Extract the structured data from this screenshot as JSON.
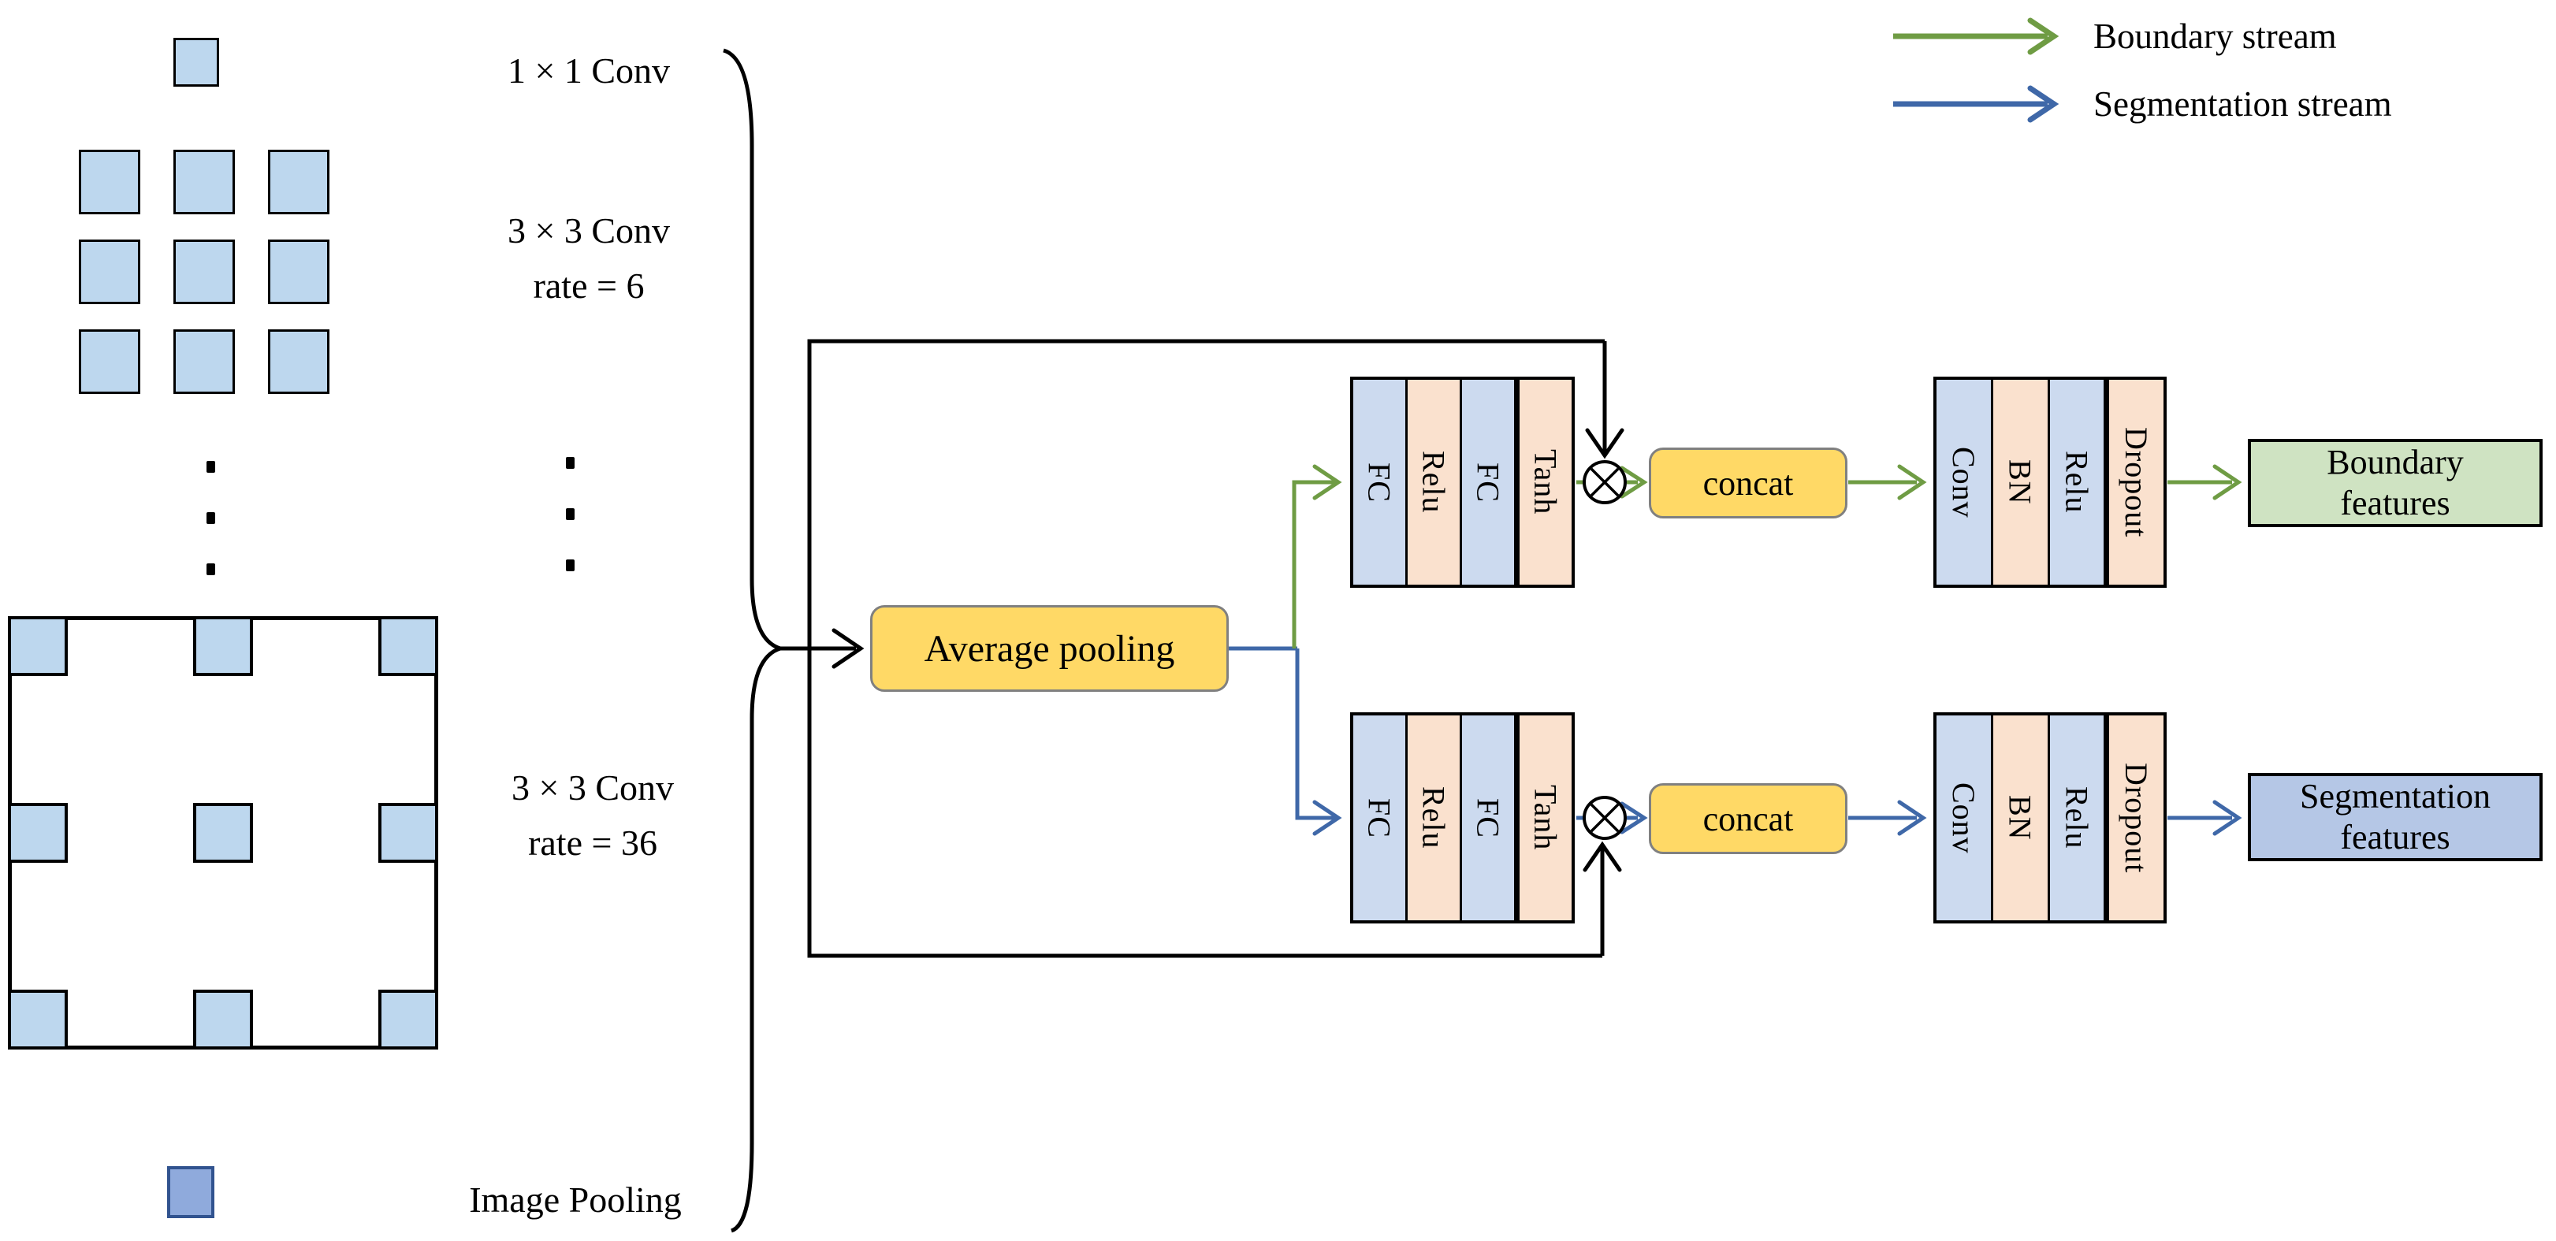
{
  "legend": {
    "boundary_label": "Boundary stream",
    "segmentation_label": "Segmentation stream"
  },
  "aspp_branches": {
    "conv_1x1_label": "1 × 1 Conv",
    "conv_rate6_line1": "3 × 3 Conv",
    "conv_rate6_line2": "rate = 6",
    "conv_rate36_line1": "3 × 3 Conv",
    "conv_rate36_line2": "rate = 36",
    "image_pooling_label": "Image Pooling"
  },
  "module": {
    "average_pooling_label": "Average pooling",
    "attention_layers": [
      "FC",
      "Relu",
      "FC",
      "Tanh"
    ],
    "concat_label": "concat",
    "conv_layers": [
      "Conv",
      "BN",
      "Relu",
      "Dropout"
    ],
    "multiply_operator": "⊗",
    "boundary_output": {
      "line1": "Boundary",
      "line2": "features"
    },
    "segmentation_output": {
      "line1": "Segmentation",
      "line2": "features"
    }
  },
  "colors": {
    "boundary_stream_green": "#6f9c44",
    "segmentation_stream_blue": "#3f68a8",
    "pooling_concat_yellow": "#ffd966",
    "layer_light_blue": "#ccdaef",
    "layer_peach": "#fae1ce",
    "kernel_square_blue": "#bdd7ee",
    "image_pooling_fill": "#8faadc",
    "image_pooling_border": "#31538f",
    "boundary_features_fill": "#cfe3c2",
    "segmentation_features_fill": "#b5c7e6"
  }
}
